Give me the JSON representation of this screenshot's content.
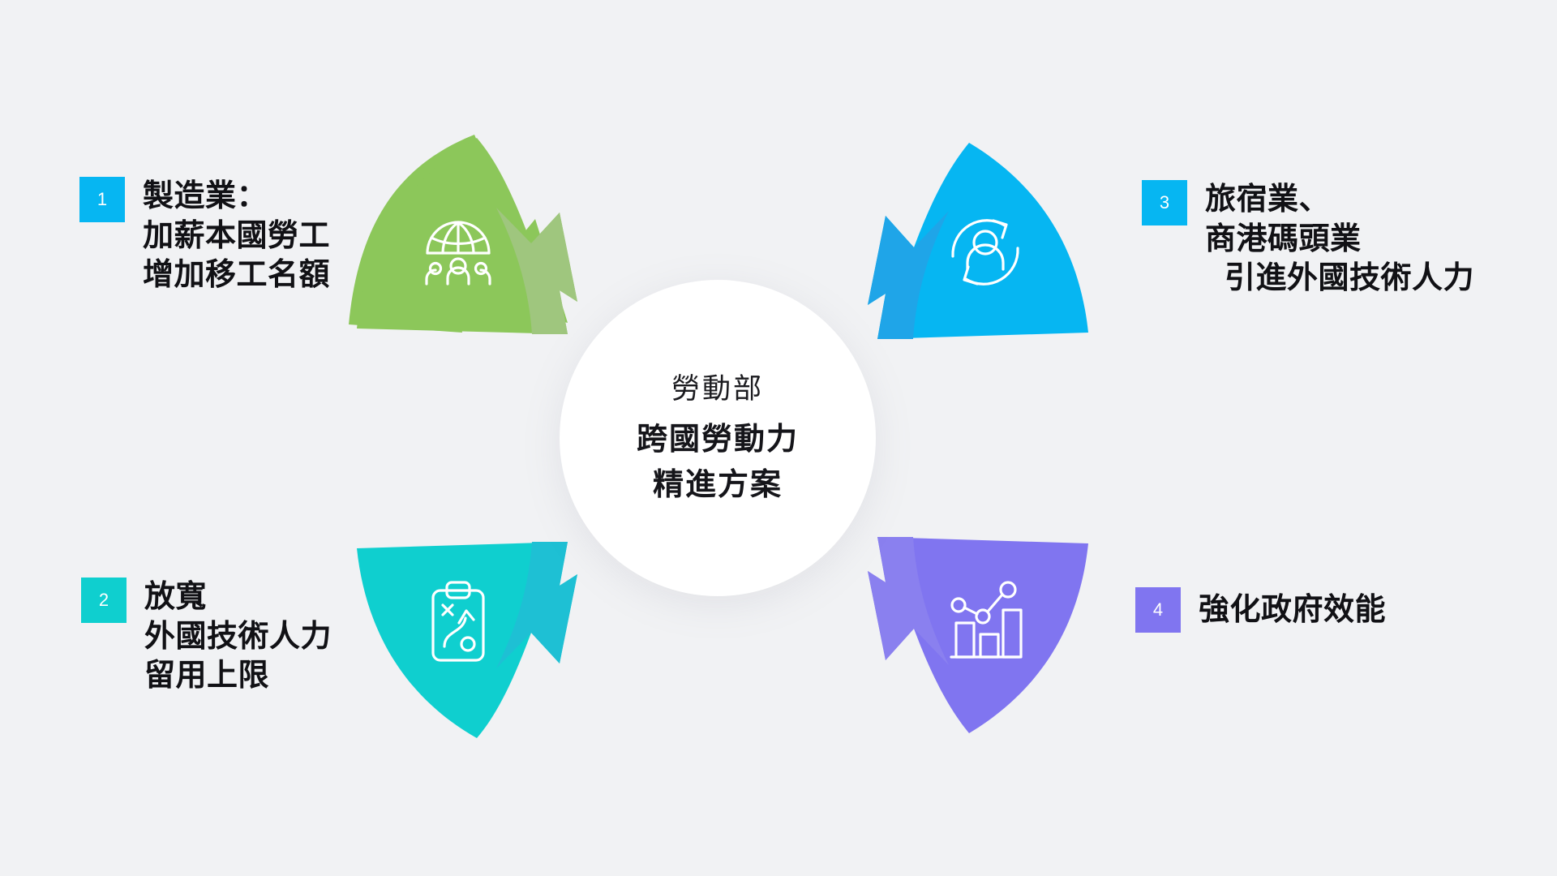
{
  "background_color": "#f1f2f4",
  "center": {
    "line1": "勞動部",
    "line2": "跨國勞動力",
    "line3": "精進方案",
    "shape": "circle",
    "fill": "#ffffff"
  },
  "segments": [
    {
      "number": "1",
      "color": "#8cc75a",
      "shadow_color": "#9fc67e",
      "icon": "globe-people-icon",
      "position": "top-left"
    },
    {
      "number": "2",
      "color": "#0fcfcf",
      "shadow_color": "#1ec0d4",
      "icon": "clipboard-strategy-icon",
      "position": "bottom-left"
    },
    {
      "number": "3",
      "color": "#06b6f2",
      "shadow_color": "#1fa5e8",
      "icon": "person-refresh-icon",
      "position": "top-right"
    },
    {
      "number": "4",
      "color": "#8075f0",
      "shadow_color": "#8a80ef",
      "icon": "bar-chart-trend-icon",
      "position": "bottom-right"
    }
  ],
  "labels": [
    {
      "number": "1",
      "badge_color": "#06b6f2",
      "lines": [
        "製造業：",
        "加薪本國勞工",
        "增加移工名額"
      ],
      "indent_lines": []
    },
    {
      "number": "2",
      "badge_color": "#0fcfcf",
      "lines": [
        "放寬",
        "外國技術人力",
        "留用上限"
      ],
      "indent_lines": []
    },
    {
      "number": "3",
      "badge_color": "#06b6f2",
      "lines": [
        "旅宿業、",
        "商港碼頭業",
        "引進外國技術人力"
      ],
      "indent_lines": [
        2
      ]
    },
    {
      "number": "4",
      "badge_color": "#8075f0",
      "lines": [
        "強化政府效能"
      ],
      "indent_lines": []
    }
  ]
}
